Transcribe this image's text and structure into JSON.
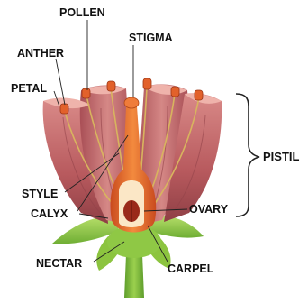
{
  "labels": {
    "pollen": "POLLEN",
    "stigma": "STIGMA",
    "anther": "ANTHER",
    "petal": "PETAL",
    "pistil": "PISTIL",
    "style": "STYLE",
    "calyx": "CALYX",
    "ovary": "OVARY",
    "nectar": "NECTAR",
    "carpel": "CARPEL"
  },
  "colors": {
    "petal": "#c66a6a",
    "petal_edge": "#e9a7a2",
    "pistil": "#e06a2c",
    "anther": "#e0602a",
    "filament": "#d9b25a",
    "leaf": "#9ccf4a",
    "stem": "#7dbb3a",
    "ovule": "#9a2a1a"
  }
}
